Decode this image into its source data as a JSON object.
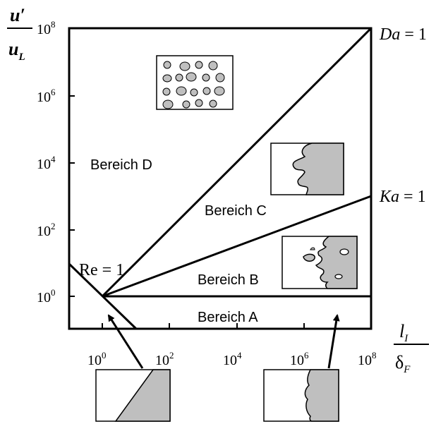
{
  "y_axis": {
    "numerator": "u′",
    "denominator": "u",
    "denominator_sub": "L",
    "ticks": [
      {
        "base": "10",
        "exp": "8"
      },
      {
        "base": "10",
        "exp": "6"
      },
      {
        "base": "10",
        "exp": "4"
      },
      {
        "base": "10",
        "exp": "2"
      },
      {
        "base": "10",
        "exp": "0"
      }
    ]
  },
  "x_axis": {
    "numerator": "l",
    "numerator_sub": "I",
    "denominator": "δ",
    "denominator_sub": "F",
    "ticks": [
      {
        "base": "10",
        "exp": "0"
      },
      {
        "base": "10",
        "exp": "2"
      },
      {
        "base": "10",
        "exp": "4"
      },
      {
        "base": "10",
        "exp": "6"
      },
      {
        "base": "10",
        "exp": "8"
      }
    ]
  },
  "lines": {
    "da": {
      "name": "Da",
      "value": "1"
    },
    "ka": {
      "name": "Ka",
      "value": "1"
    },
    "re": {
      "name": "Re",
      "value": "1"
    }
  },
  "regions": {
    "a": "Bereich A",
    "b": "Bereich B",
    "c": "Bereich C",
    "d": "Bereich D"
  },
  "colors": {
    "line": "#000000",
    "fill": "#bfbfbf",
    "background": "#ffffff"
  }
}
